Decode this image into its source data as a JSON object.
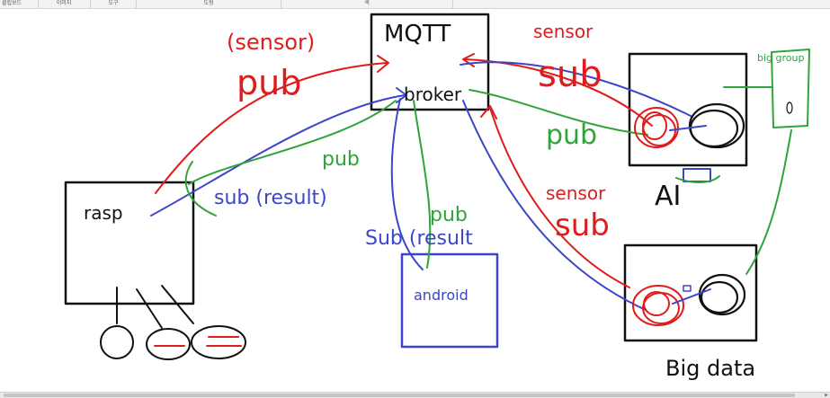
{
  "ribbon": {
    "groups": [
      "클립보드",
      "이미지",
      "도구",
      "도형",
      "색"
    ]
  },
  "colors": {
    "red": "#e01b1b",
    "blue": "#3b46c8",
    "green": "#2fa43a",
    "black": "#111111"
  },
  "diagram": {
    "mqtt_label": "MQTT",
    "broker_label": "broker",
    "rasp_label": "rasp",
    "ai_label": "AI",
    "android_label": "android",
    "pub_sensor_label": "(sensor)",
    "pub_sensor_word": "pub",
    "sensor_sub_top_a": "sensor",
    "sensor_sub_top_b": "sub",
    "pub_green_right": "pub",
    "pub_green_left": "pub",
    "sub_result_left": "sub (result)",
    "pub_green_android": "pub",
    "sub_result_android": "Sub (result",
    "sensor_sub_bottom_a": "sensor",
    "sensor_sub_bottom_b": "sub",
    "bigdata_label": "big group",
    "bottom_label": "Big data"
  }
}
